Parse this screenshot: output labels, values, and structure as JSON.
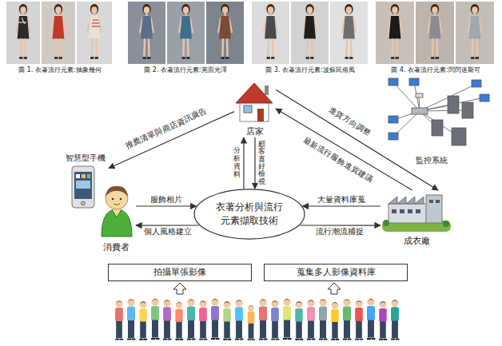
{
  "diagram": {
    "nodes": [
      {
        "text": [
          "店家"
        ]
      },
      {
        "text": [
          "智慧型手機"
        ]
      },
      {
        "text": [
          "消費者"
        ]
      },
      {
        "text": [
          "衣著分析與流行元素擷取技術"
        ]
      },
      {
        "text": [
          "監控系統"
        ]
      },
      {
        "text": [
          "成衣廠"
        ]
      },
      {
        "text": [
          "拍攝單張影像"
        ]
      },
      {
        "text": [
          "蒐集多人影像資料庫"
        ]
      }
    ],
    "edges": [
      {
        "from": 0,
        "to": 1,
        "label": "推薦清單與商店資訊廣告",
        "arrow": "to"
      },
      {
        "from": 3,
        "to": 0,
        "label": "分析資料",
        "arrow": "to"
      },
      {
        "from": 0,
        "to": 3,
        "label": "顧客喜好檢視",
        "arrow": "to"
      },
      {
        "from": 2,
        "to": 3,
        "label": "服飾相片",
        "arrow": "to"
      },
      {
        "from": 3,
        "to": 2,
        "label": "個人風格建立",
        "arrow": "to"
      },
      {
        "from": 5,
        "to": 3,
        "label": "大量資料庫蒐",
        "arrow": "to"
      },
      {
        "from": 3,
        "to": 5,
        "label": "流行潮流捕捉",
        "arrow": "to"
      },
      {
        "from": 0,
        "to": 5,
        "label": "進貨方向調整",
        "arrow": "to"
      },
      {
        "from": 5,
        "to": 0,
        "label": "最新流行服飾進貨建議",
        "arrow": "to"
      }
    ],
    "labels": [
      "圖 1. 衣著流行元素:抽象幾何",
      "圖 2. 衣著流行元素:亮面光澤",
      "圖 3. 衣著流行元素:波蘇民俗風",
      "圖 4. 衣著流行元素:閃閃迷斯可"
    ]
  }
}
